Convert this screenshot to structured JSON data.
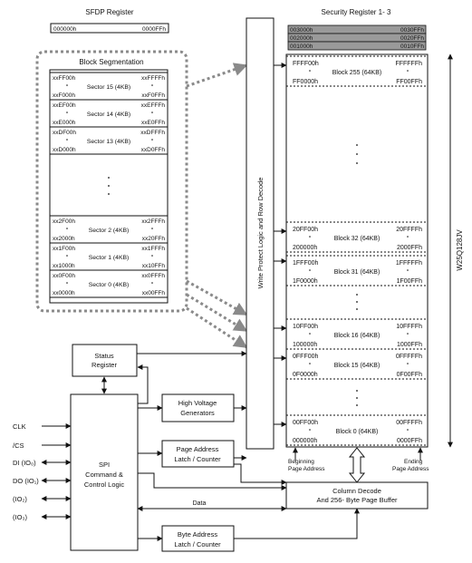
{
  "sfdp": {
    "title": "SFDP Register",
    "start": "000000h",
    "end": "0000FFh"
  },
  "security": {
    "title": "Security Register 1- 3",
    "rows": [
      {
        "start": "003000h",
        "end": "0030FFh"
      },
      {
        "start": "002000h",
        "end": "0020FFh"
      },
      {
        "start": "001000h",
        "end": "0010FFh"
      }
    ]
  },
  "segmentation": {
    "title": "Block Segmentation",
    "sectors": [
      {
        "tl": "xxFF00h",
        "tr": "xxFFFFh",
        "label": "Sector 15 (4KB)",
        "bl": "xxF000h",
        "br": "xxF0FFh"
      },
      {
        "tl": "xxEF00h",
        "tr": "xxEFFFh",
        "label": "Sector 14 (4KB)",
        "bl": "xxE000h",
        "br": "xxE0FFh"
      },
      {
        "tl": "xxDF00h",
        "tr": "xxDFFFh",
        "label": "Sector 13 (4KB)",
        "bl": "xxD000h",
        "br": "xxD0FFh"
      },
      {
        "tl": "xx2F00h",
        "tr": "xx2FFFh",
        "label": "Sector 2 (4KB)",
        "bl": "xx2000h",
        "br": "xx20FFh"
      },
      {
        "tl": "xx1F00h",
        "tr": "xx1FFFh",
        "label": "Sector 1 (4KB)",
        "bl": "xx1000h",
        "br": "xx10FFh"
      },
      {
        "tl": "xx0F00h",
        "tr": "xx0FFFh",
        "label": "Sector 0 (4KB)",
        "bl": "xx0000h",
        "br": "xx00FFh"
      }
    ]
  },
  "blocks": [
    {
      "tl": "FFFF00h",
      "tr": "FFFFFFh",
      "label": "Block 255 (64KB)",
      "bl": "FF0000h",
      "br": "FF00FFh"
    },
    {
      "tl": "20FF00h",
      "tr": "20FFFFh",
      "label": "Block 32 (64KB)",
      "bl": "200000h",
      "br": "2000FFh"
    },
    {
      "tl": "1FFF00h",
      "tr": "1FFFFFh",
      "label": "Block 31 (64KB)",
      "bl": "1F0000h",
      "br": "1F00FFh"
    },
    {
      "tl": "10FF00h",
      "tr": "10FFFFh",
      "label": "Block 16 (64KB)",
      "bl": "100000h",
      "br": "1000FFh"
    },
    {
      "tl": "0FFF00h",
      "tr": "0FFFFFh",
      "label": "Block 15 (64KB)",
      "bl": "0F0000h",
      "br": "0F00FFh"
    },
    {
      "tl": "00FF00h",
      "tr": "00FFFFh",
      "label": "Block 0 (64KB)",
      "bl": "000000h",
      "br": "0000FFh"
    }
  ],
  "decode": {
    "row": "Write Protect Logic and Row Decode",
    "device": "W25Q128JV",
    "column_line1": "Column Decode",
    "column_line2": "And 256- Byte Page Buffer"
  },
  "blocks_logic": {
    "status_line1": "Status",
    "status_line2": "Register",
    "hv_line1": "High Voltage",
    "hv_line2": "Generators",
    "spi_line1": "SPI",
    "spi_line2": "Command &",
    "spi_line3": "Control Logic",
    "page_addr_line1": "Page Address",
    "page_addr_line2": "Latch / Counter",
    "byte_addr_line1": "Byte Address",
    "byte_addr_line2": "Latch / Counter",
    "data": "Data"
  },
  "page_address": {
    "begin_line1": "Beginning",
    "begin_line2": "Page Address",
    "end_line1": "Ending",
    "end_line2": "Page Address"
  },
  "pins": [
    "CLK",
    "/CS",
    "DI (IO₀)",
    "DO (IO₁)",
    "(IO₂)",
    "(IO₃)"
  ],
  "colors": {
    "stroke": "#111111",
    "dotted": "#8a8a8a",
    "security_fill": "#9a9a9a"
  }
}
